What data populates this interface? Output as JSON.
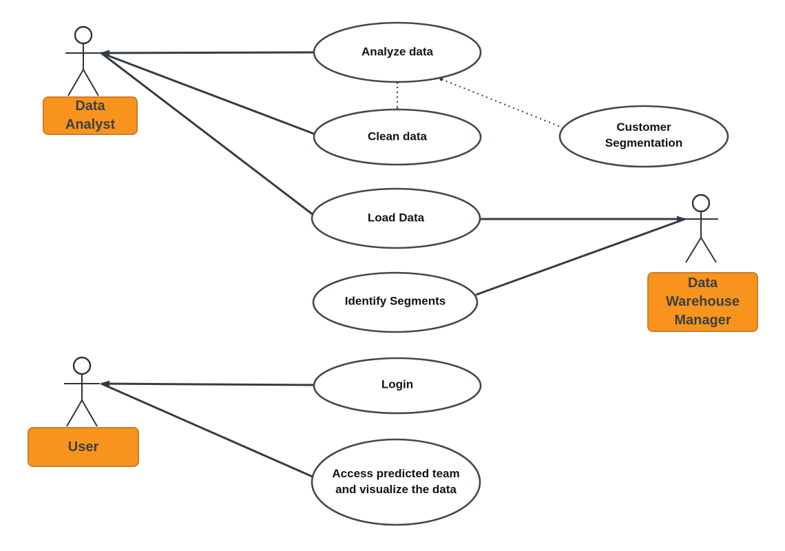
{
  "diagram": {
    "type": "use-case-diagram",
    "background": "#ffffff",
    "connector_color": "#343b44",
    "shape_stroke_color": "#3f4851",
    "actor_stroke_color": "#2d333b",
    "actor_box_fill": "#f8941d",
    "actor_box_border": "#cf7b24",
    "actor_label_color": "#3b4045",
    "usecase_label_color": "#111111"
  },
  "actors": [
    {
      "id": "data-analyst",
      "label": "Data Analyst"
    },
    {
      "id": "data-warehouse-manager",
      "label": "Data Warehouse Manager"
    },
    {
      "id": "user",
      "label": "User"
    }
  ],
  "usecases": [
    {
      "id": "analyze-data",
      "label": "Analyze data"
    },
    {
      "id": "clean-data",
      "label": "Clean data"
    },
    {
      "id": "customer-segmentation",
      "label": "Customer Segmentation"
    },
    {
      "id": "load-data",
      "label": "Load Data"
    },
    {
      "id": "identify-segments",
      "label": "Identify Segments"
    },
    {
      "id": "login",
      "label": "Login"
    },
    {
      "id": "access-predicted-team",
      "label": "Access predicted team and visualize the data"
    }
  ],
  "connections": {
    "solid": [
      {
        "from": "Data Analyst",
        "to": "Analyze data"
      },
      {
        "from": "Data Analyst",
        "to": "Clean data"
      },
      {
        "from": "Data Analyst",
        "to": "Load Data"
      },
      {
        "from": "Data Warehouse Manager",
        "to": "Load Data"
      },
      {
        "from": "Data Warehouse Manager",
        "to": "Identify Segments"
      },
      {
        "from": "User",
        "to": "Login"
      },
      {
        "from": "User",
        "to": "Access predicted team and visualize the data"
      }
    ],
    "dotted": [
      {
        "from": "Analyze data",
        "to": "Clean data"
      },
      {
        "from": "Analyze data",
        "to": "Customer Segmentation"
      }
    ]
  }
}
